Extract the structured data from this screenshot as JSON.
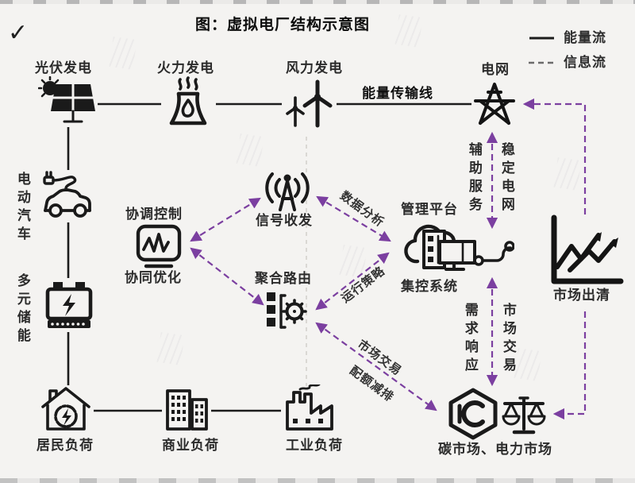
{
  "title": "图：虚拟电厂结构示意图",
  "checkmark": "✓",
  "legend": {
    "energy_flow": "能量流",
    "info_flow": "信息流"
  },
  "nodes": {
    "solar": "光伏发电",
    "thermal": "火力发电",
    "wind": "风力发电",
    "grid": "电网",
    "ev": "电动汽车",
    "storage": "多元储能",
    "signal": "信号收发",
    "coordination_control": "协调控制",
    "coordination_optimize": "协同优化",
    "aggregation_routing": "聚合路由",
    "management_platform": "管理平台",
    "central_control_system": "集控系统",
    "market_clearing": "市场出清",
    "residential_load": "居民负荷",
    "commercial_load": "商业负荷",
    "industrial_load": "工业负荷",
    "markets": "碳市场、电力市场"
  },
  "edge_labels": {
    "energy_transmission_line": "能量传输线",
    "data_analysis": "数据分析",
    "operation_strategy": "运行策略",
    "auxiliary_service": "辅助服务",
    "stabilize_grid": "稳定电网",
    "demand_response": "需求响应",
    "market_trading_vertical": "市场交易",
    "market_trading_diagonal": "市场交易",
    "quota_emission_reduction": "配额减排"
  },
  "colors": {
    "info_flow_purple": "#7b3fa0",
    "energy_flow_black": "#1c1c1c",
    "background": "#f4f3f1"
  }
}
